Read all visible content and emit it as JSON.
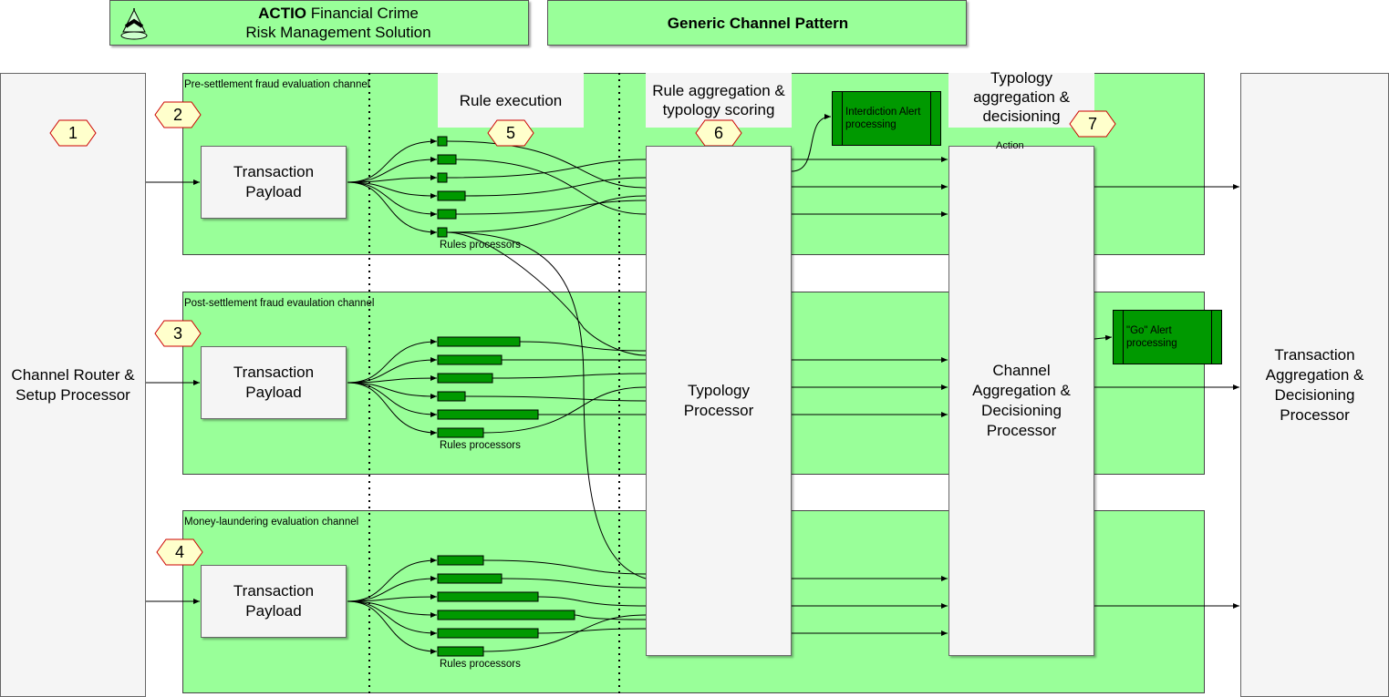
{
  "header": {
    "brand_bold": "ACTIO",
    "brand_line1_rest": " Financial Crime",
    "brand_line2": "Risk Management Solution",
    "pattern_title": "Generic Channel Pattern"
  },
  "channel_router": "Channel Router & Setup Processor",
  "lanes": [
    {
      "title": "Pre-settlement fraud evaluation channel",
      "payload": "Transaction Payload",
      "rules_label": "Rules processors",
      "step": "2"
    },
    {
      "title": "Post-settlement fraud evaulation channel",
      "payload": "Transaction Payload",
      "rules_label": "Rules processors",
      "step": "3"
    },
    {
      "title": "Money-laundering evaluation channel",
      "payload": "Transaction Payload",
      "rules_label": "Rules processors",
      "step": "4"
    }
  ],
  "steps": {
    "router": "1",
    "rule_execution": "5",
    "rule_aggregation": "6",
    "typology_aggregation": "7"
  },
  "stages": {
    "rule_execution": "Rule execution",
    "rule_aggregation": "Rule aggregation & typology scoring",
    "typology_aggregation": "Typology aggregation & decisioning"
  },
  "typology_processor": "Typology Processor",
  "channel_aggregation": "Channel Aggregation & Decisioning Processor",
  "transaction_aggregation": "Transaction Aggregation & Decisioning Processor",
  "alerts": {
    "interdiction": "Interdiction Alert processing",
    "go": "\"Go\" Alert processing"
  },
  "action_label": "Action",
  "colors": {
    "lane": "#99ff99",
    "rule_bar": "#009900",
    "hex_fill": "#ffffcc",
    "hex_stroke": "#cc0000",
    "box": "#f5f5f5"
  },
  "icons": {
    "logo": "scales-logo-icon",
    "step_marker": "hexagon-badge-icon"
  }
}
